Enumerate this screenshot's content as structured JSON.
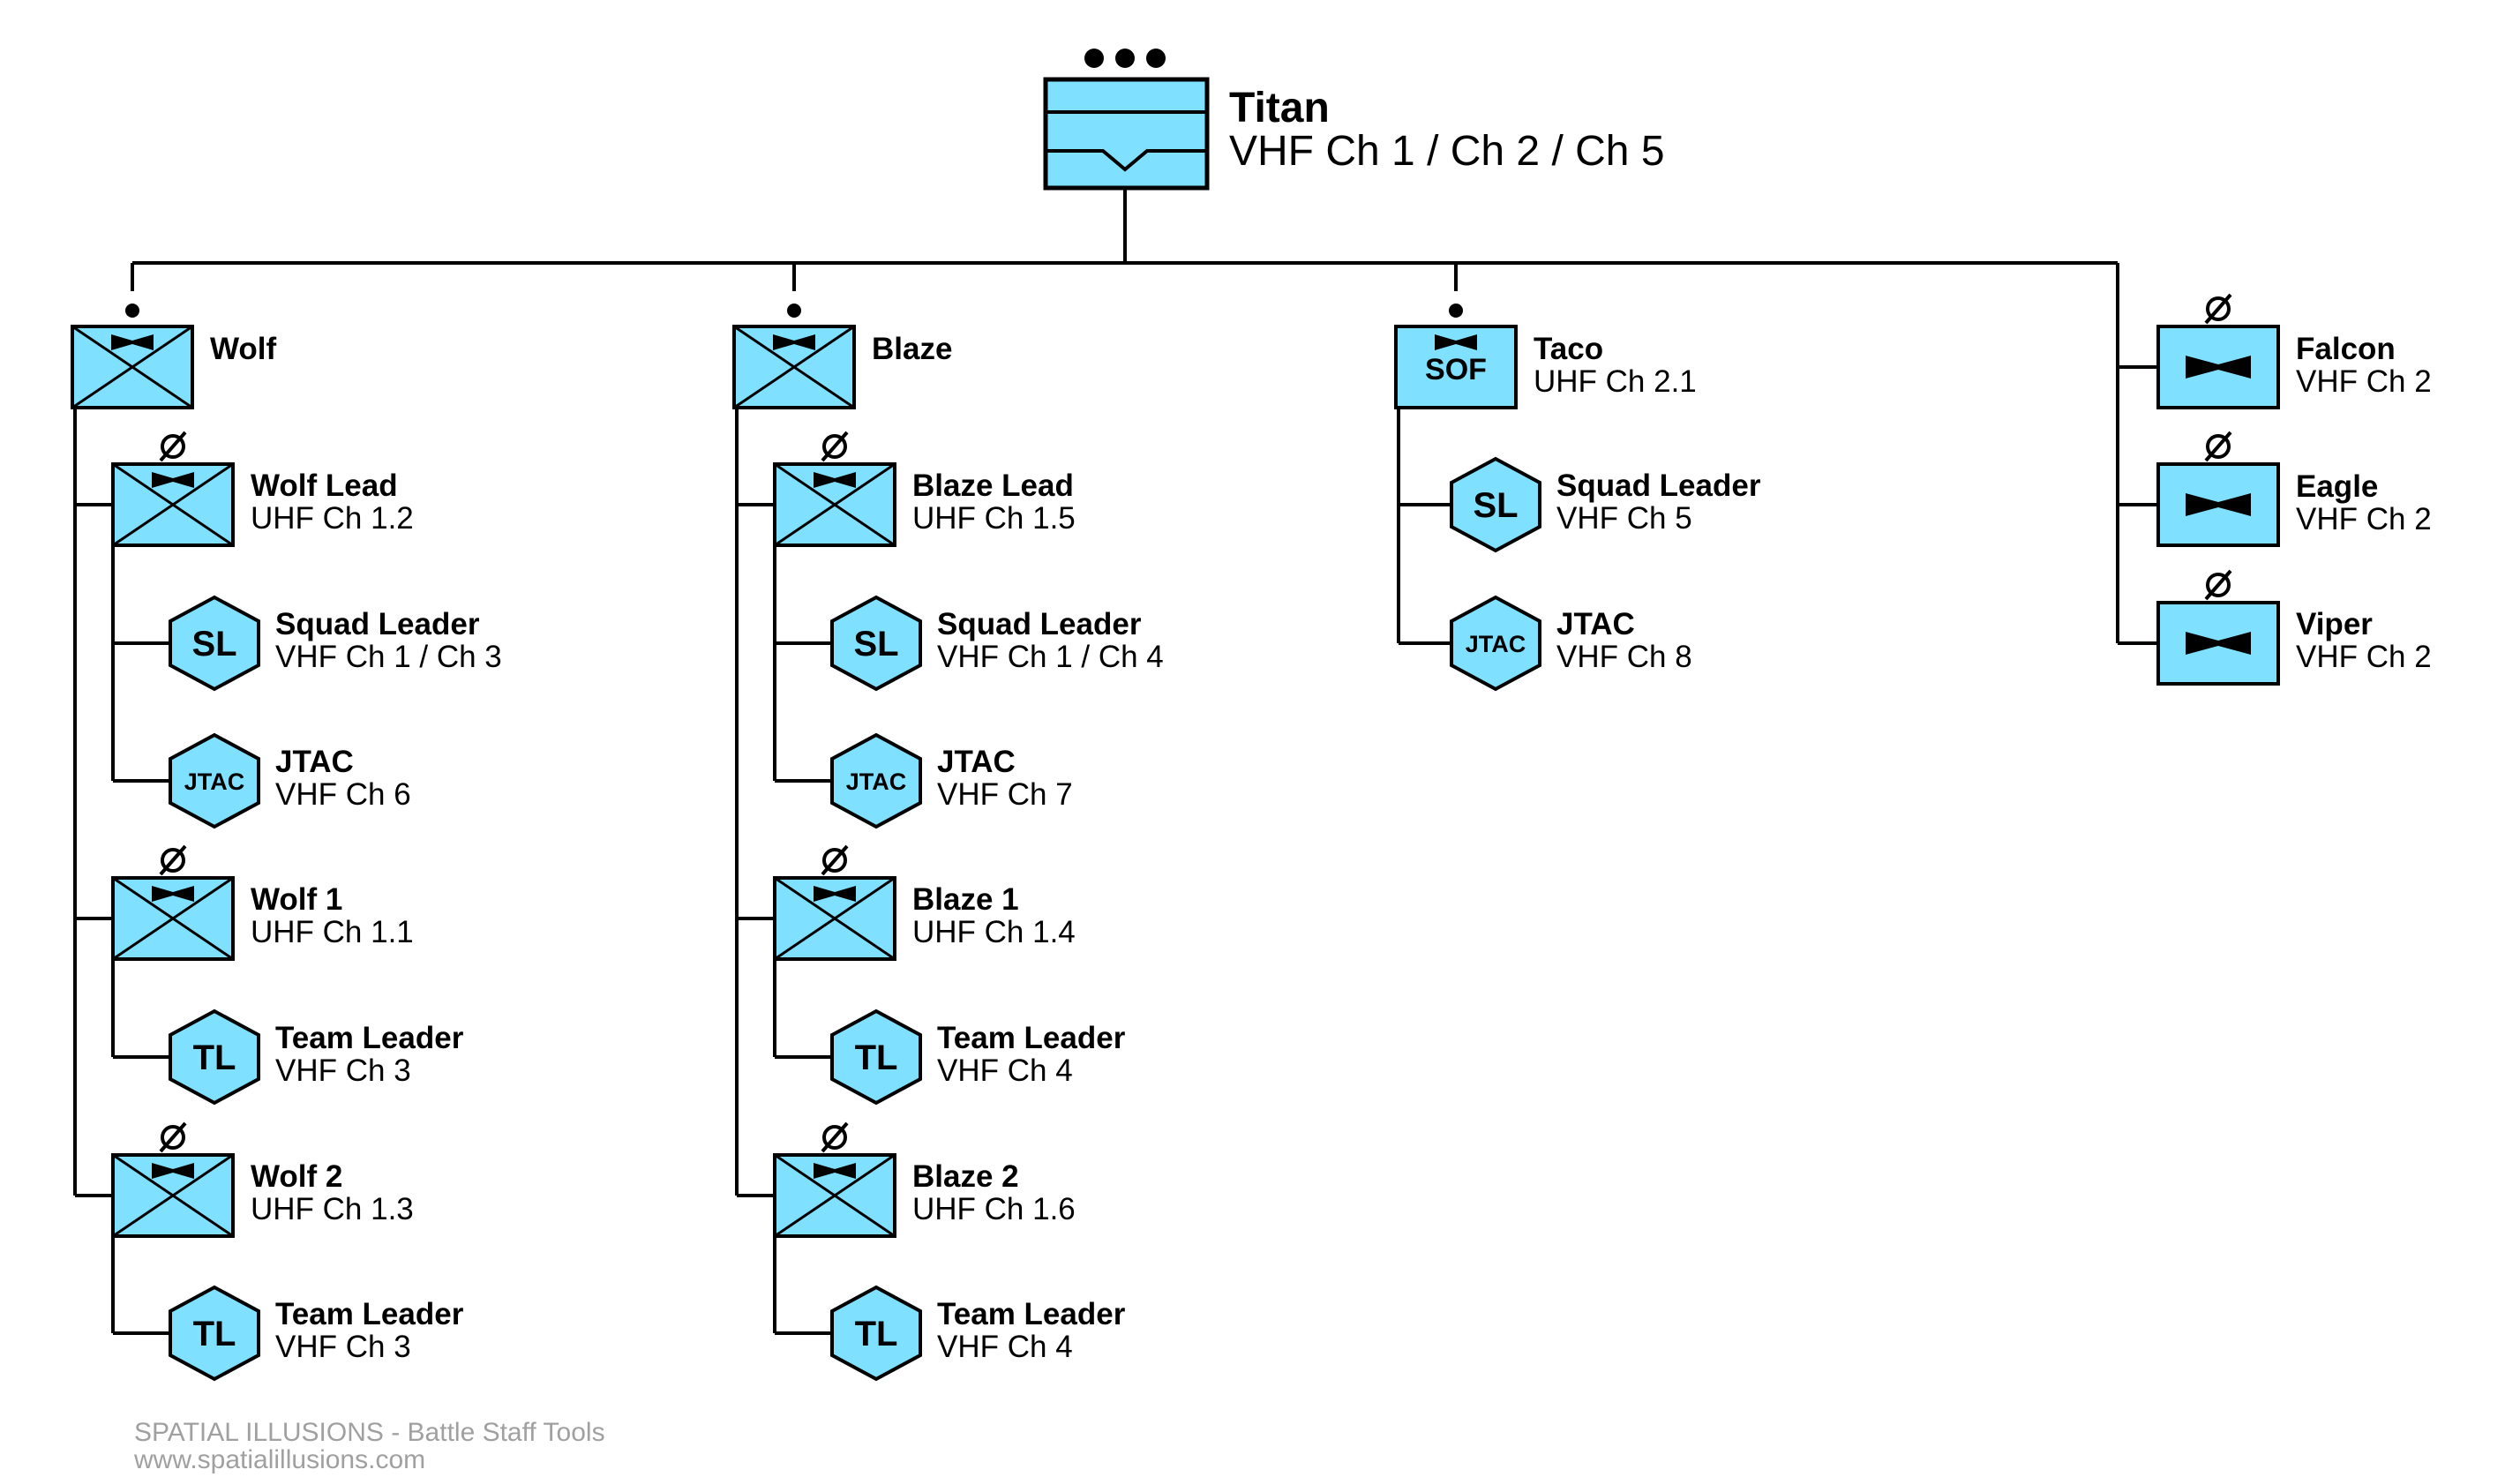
{
  "colors": {
    "unit_fill": "#80e0ff",
    "line": "#000000",
    "footer": "#a0a0a0"
  },
  "hq": {
    "name": "Titan",
    "freq": "VHF Ch 1 / Ch 2 / Ch 5"
  },
  "wolf": {
    "name": "Wolf",
    "lead": {
      "name": "Wolf Lead",
      "freq": "UHF Ch 1.2"
    },
    "sl": {
      "glyph": "SL",
      "name": "Squad Leader",
      "freq": "VHF Ch 1 / Ch 3"
    },
    "jtac": {
      "glyph": "JTAC",
      "name": "JTAC",
      "freq": "VHF Ch 6"
    },
    "team1": {
      "name": "Wolf 1",
      "freq": "UHF Ch 1.1"
    },
    "tl1": {
      "glyph": "TL",
      "name": "Team Leader",
      "freq": "VHF Ch 3"
    },
    "team2": {
      "name": "Wolf 2",
      "freq": "UHF Ch 1.3"
    },
    "tl2": {
      "glyph": "TL",
      "name": "Team Leader",
      "freq": "VHF Ch 3"
    }
  },
  "blaze": {
    "name": "Blaze",
    "lead": {
      "name": "Blaze Lead",
      "freq": "UHF Ch 1.5"
    },
    "sl": {
      "glyph": "SL",
      "name": "Squad Leader",
      "freq": "VHF Ch 1 / Ch 4"
    },
    "jtac": {
      "glyph": "JTAC",
      "name": "JTAC",
      "freq": "VHF Ch 7"
    },
    "team1": {
      "name": "Blaze 1",
      "freq": "UHF Ch 1.4"
    },
    "tl1": {
      "glyph": "TL",
      "name": "Team Leader",
      "freq": "VHF Ch 4"
    },
    "team2": {
      "name": "Blaze 2",
      "freq": "UHF Ch 1.6"
    },
    "tl2": {
      "glyph": "TL",
      "name": "Team Leader",
      "freq": "VHF Ch 4"
    }
  },
  "taco": {
    "name": "Taco",
    "freq": "UHF Ch 2.1",
    "glyph": "SOF",
    "sl": {
      "glyph": "SL",
      "name": "Squad Leader",
      "freq": "VHF Ch 5"
    },
    "jtac": {
      "glyph": "JTAC",
      "name": "JTAC",
      "freq": "VHF Ch 8"
    }
  },
  "air": [
    {
      "name": "Falcon",
      "freq": "VHF Ch 2"
    },
    {
      "name": "Eagle",
      "freq": "VHF Ch 2"
    },
    {
      "name": "Viper",
      "freq": "VHF Ch 2"
    }
  ],
  "footer": {
    "line1": "SPATIAL ILLUSIONS - Battle Staff Tools",
    "line2": "www.spatialillusions.com"
  }
}
